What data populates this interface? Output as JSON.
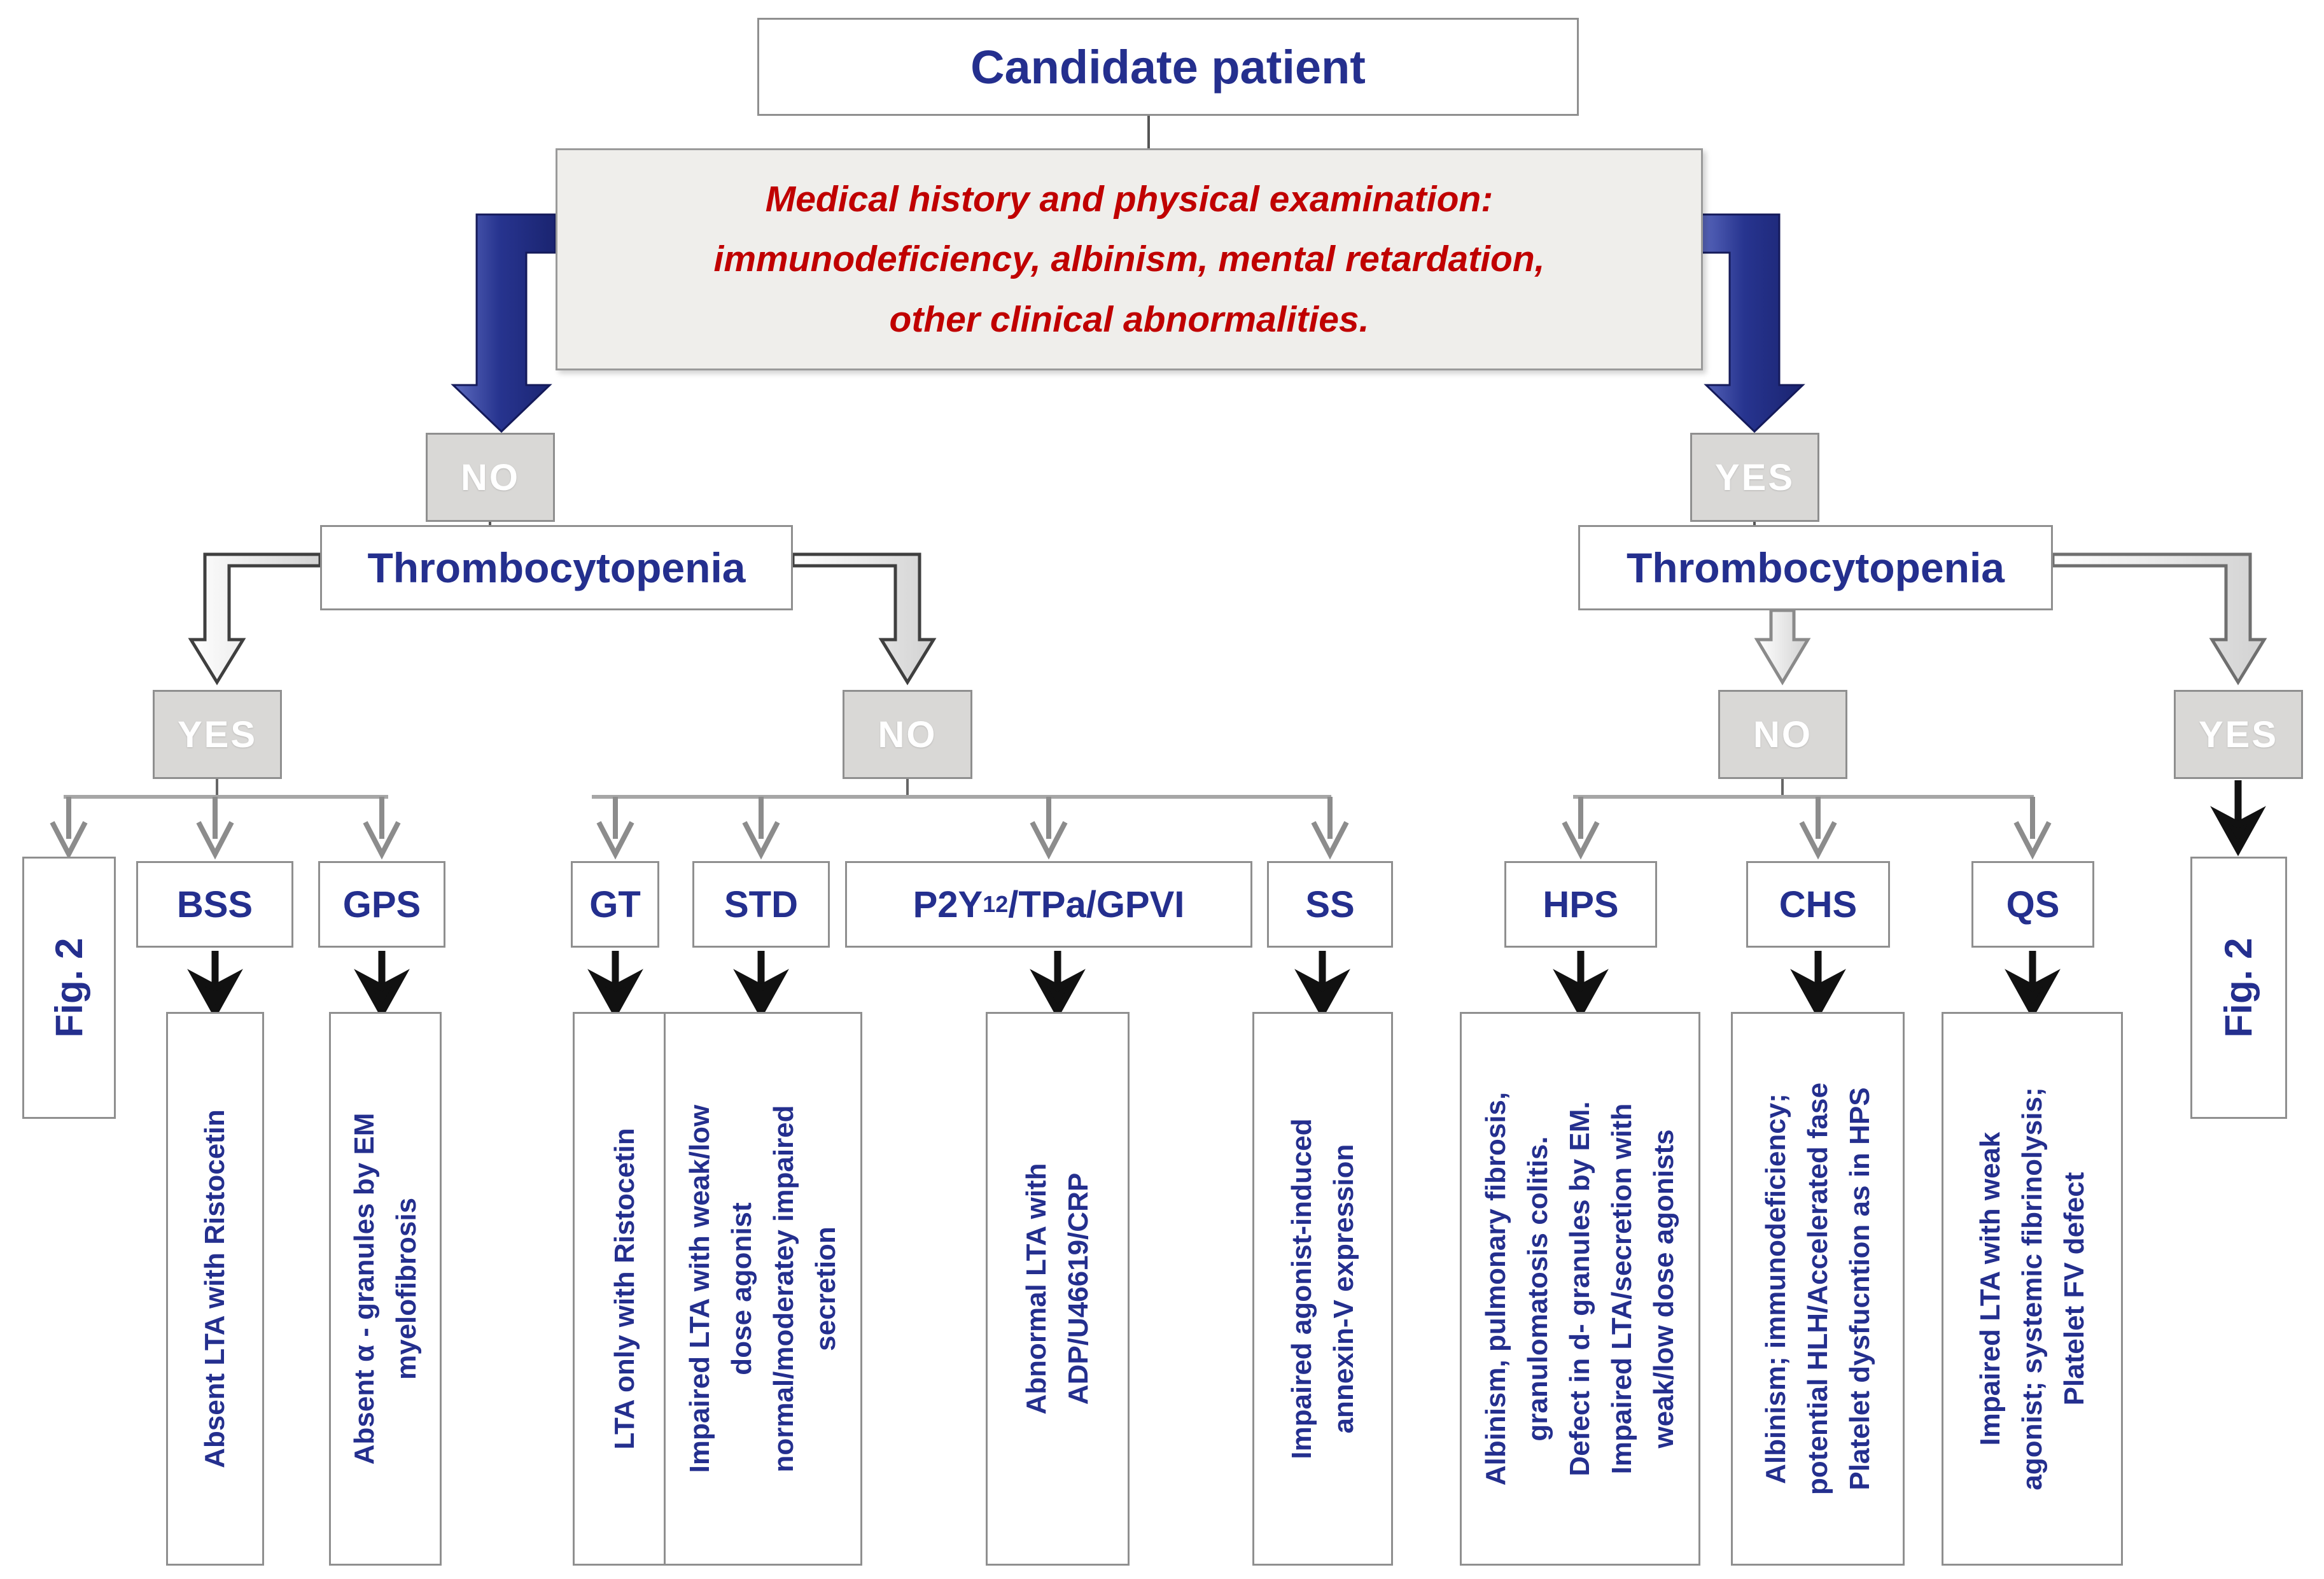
{
  "title_box": "Candidate patient",
  "history_box": {
    "lines": [
      "Medical history and physical examination:",
      "immunodeficiency, albinism, mental retardation,",
      "other clinical abnormalities."
    ]
  },
  "left_branch": {
    "gate": "NO",
    "question": "Thrombocytopenia",
    "yes_gate": "YES",
    "no_gate": "NO",
    "yes_children": {
      "fig2_label": "Fig. 2",
      "bss": {
        "label": "BSS",
        "desc": [
          "Absent LTA with Ristocetin"
        ]
      },
      "gps": {
        "label": "GPS",
        "desc": [
          "Absent α - granules by EM",
          "myelofibrosis"
        ]
      }
    },
    "no_children": {
      "gt": {
        "label": "GT",
        "desc": [
          "LTA only with Ristocetin"
        ]
      },
      "std": {
        "label": "STD",
        "desc": [
          "Impaired LTA with weak/low",
          "dose agonist",
          "normal/moderatey impaired",
          "secretion"
        ]
      },
      "p2y": {
        "label_pre": "P2Y",
        "label_sub": "12",
        "label_post": "/TPa/GPVI",
        "desc": [
          "Abnormal LTA with",
          "ADP/U46619/CRP"
        ]
      },
      "ss": {
        "label": "SS",
        "desc": [
          "Impaired agonist-induced",
          "annexin-V expression"
        ]
      }
    }
  },
  "right_branch": {
    "gate": "YES",
    "question": "Thrombocytopenia",
    "no_gate": "NO",
    "yes_gate": "YES",
    "no_children": {
      "hps": {
        "label": "HPS",
        "desc": [
          "Albinism, pulmonary fibrosis,",
          "granulomatosis colitis.",
          "Defect in d- granules by EM.",
          "Impaired LTA/secretion with",
          "weak/low dose agonists"
        ]
      },
      "chs": {
        "label": "CHS",
        "desc": [
          "Albinism; immunodeficiency;",
          "potential HLH/Accelerated fase",
          "Platelet dysfucntion as in HPS"
        ]
      },
      "qs": {
        "label": "QS",
        "desc": [
          "Impaired LTA with weak",
          "agonist; systemic fibrinolysis;",
          "Platelet FV defect"
        ]
      }
    },
    "fig2_label": "Fig. 2"
  },
  "colors": {
    "heading_navy": "#242f8e",
    "note_red": "#c00000",
    "gate_gray": "#d9d8d6",
    "arrow_navy": "#27348f",
    "box_border_gray": "#8f8f8f"
  }
}
